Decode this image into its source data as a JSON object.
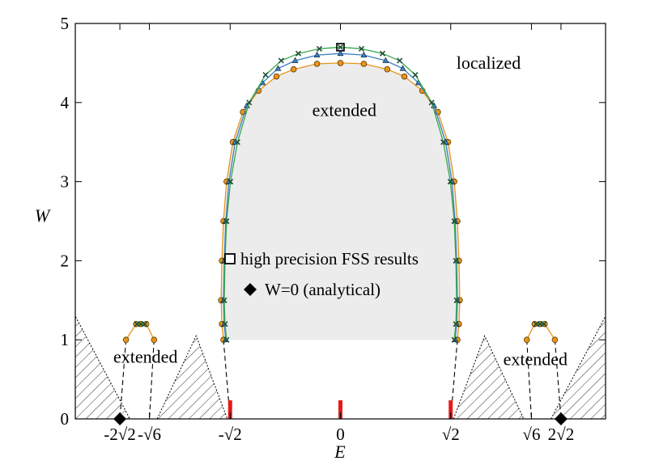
{
  "chart_data": {
    "type": "line",
    "xlabel": "E",
    "ylabel": "W",
    "xlim": [
      -3.4,
      3.4
    ],
    "ylim": [
      0,
      5
    ],
    "grid": false,
    "x_tick_labels": [
      {
        "value": -2.8284,
        "label": "-2√2"
      },
      {
        "value": -2.4495,
        "label": "-√6"
      },
      {
        "value": -1.4142,
        "label": "-√2"
      },
      {
        "value": 0,
        "label": "0"
      },
      {
        "value": 1.4142,
        "label": "√2"
      },
      {
        "value": 2.4495,
        "label": "√6"
      },
      {
        "value": 2.8284,
        "label": "2√2"
      }
    ],
    "y_ticks": [
      {
        "value": 0,
        "label": "0"
      },
      {
        "value": 1,
        "label": "1"
      },
      {
        "value": 2,
        "label": "2"
      },
      {
        "value": 3,
        "label": "3"
      },
      {
        "value": 4,
        "label": "4"
      },
      {
        "value": 5,
        "label": "5"
      }
    ],
    "region_labels": {
      "localized": {
        "text": "localized",
        "x": 1.9,
        "y": 4.5
      },
      "extended_center": {
        "text": "extended",
        "x": 0.05,
        "y": 3.9
      },
      "extended_left": {
        "text": "extended",
        "x": -2.5,
        "y": 0.78
      },
      "extended_right": {
        "text": "extended",
        "x": 2.5,
        "y": 0.75
      }
    },
    "legend": [
      {
        "label": "high precision FSS results",
        "marker": "open-square"
      },
      {
        "label": "W=0 (analytical)",
        "marker": "filled-diamond"
      }
    ],
    "series": [
      {
        "color": "#e8941a",
        "marker": "circle",
        "x": [
          -1.5,
          -1.52,
          -1.53,
          -1.52,
          -1.5,
          -1.46,
          -1.38,
          -1.25,
          -1.05,
          -0.82,
          -0.6,
          -0.3,
          0,
          0.3,
          0.6,
          0.82,
          1.05,
          1.25,
          1.38,
          1.46,
          1.5,
          1.52,
          1.53,
          1.52,
          1.5
        ],
        "y": [
          1.0,
          1.2,
          1.5,
          2.0,
          2.5,
          3.0,
          3.5,
          3.88,
          4.15,
          4.33,
          4.42,
          4.49,
          4.5,
          4.49,
          4.42,
          4.33,
          4.15,
          3.88,
          3.5,
          3.0,
          2.5,
          2.0,
          1.5,
          1.2,
          1.0
        ]
      },
      {
        "color": "#3a7fc0",
        "marker": "triangle",
        "x": [
          -1.47,
          -1.49,
          -1.5,
          -1.49,
          -1.47,
          -1.43,
          -1.35,
          -1.2,
          -1.0,
          -0.8,
          -0.58,
          -0.3,
          0,
          0.3,
          0.58,
          0.8,
          1.0,
          1.2,
          1.35,
          1.43,
          1.47,
          1.49,
          1.5,
          1.49,
          1.47
        ],
        "y": [
          1.0,
          1.2,
          1.5,
          2.0,
          2.5,
          3.0,
          3.5,
          3.96,
          4.25,
          4.43,
          4.53,
          4.6,
          4.62,
          4.6,
          4.53,
          4.43,
          4.25,
          3.96,
          3.5,
          3.0,
          2.5,
          2.0,
          1.5,
          1.2,
          1.0
        ]
      },
      {
        "color": "#3aa84a",
        "marker": "x",
        "x": [
          -1.46,
          -1.48,
          -1.49,
          -1.48,
          -1.46,
          -1.41,
          -1.32,
          -1.17,
          -0.96,
          -0.76,
          -0.54,
          -0.27,
          0,
          0.27,
          0.54,
          0.76,
          0.96,
          1.17,
          1.32,
          1.41,
          1.46,
          1.48,
          1.49,
          1.48,
          1.46
        ],
        "y": [
          1.0,
          1.2,
          1.5,
          2.0,
          2.5,
          3.0,
          3.5,
          4.0,
          4.35,
          4.53,
          4.62,
          4.68,
          4.7,
          4.68,
          4.62,
          4.53,
          4.35,
          4.0,
          3.5,
          3.0,
          2.5,
          2.0,
          1.5,
          1.2,
          1.0
        ]
      },
      {
        "color": "#e8941a",
        "marker": "circle",
        "x": [
          -2.75,
          -2.62,
          -2.56,
          -2.49,
          -2.39
        ],
        "y": [
          1.0,
          1.2,
          1.2,
          1.2,
          1.0
        ]
      },
      {
        "color": "#3aa84a",
        "marker": "x",
        "x": [
          -2.61,
          -2.56,
          -2.51
        ],
        "y": [
          1.2,
          1.2,
          1.2
        ]
      },
      {
        "color": "#e8941a",
        "marker": "circle",
        "x": [
          2.39,
          2.49,
          2.56,
          2.62,
          2.75
        ],
        "y": [
          1.0,
          1.2,
          1.2,
          1.2,
          1.0
        ]
      },
      {
        "color": "#3aa84a",
        "marker": "x",
        "x": [
          2.51,
          2.56,
          2.61
        ],
        "y": [
          1.2,
          1.2,
          1.2
        ]
      }
    ],
    "fss_points": [
      {
        "x": 0,
        "y": 4.7
      }
    ],
    "analytical_points": [
      {
        "x": -2.8284,
        "y": 0
      },
      {
        "x": 2.8284,
        "y": 0
      }
    ],
    "red_markers_x": [
      -1.4142,
      0,
      1.4142
    ],
    "shaded_region": {
      "color": "#ececec",
      "y_min": 1.0
    },
    "hatched_regions": [
      {
        "x": [
          -3.4,
          -3.4,
          -2.7,
          -2.75
        ],
        "y": [
          0,
          1.3,
          0,
          0
        ]
      },
      {
        "x": [
          -2.35,
          -1.85,
          -1.45
        ],
        "y": [
          0,
          1.05,
          0
        ]
      },
      {
        "x": [
          1.45,
          1.85,
          2.35
        ],
        "y": [
          0,
          1.05,
          0
        ]
      },
      {
        "x": [
          2.7,
          3.4,
          3.4
        ],
        "y": [
          0,
          1.3,
          0
        ]
      }
    ],
    "dashed_connectors": [
      {
        "x": [
          -2.75,
          -2.8284
        ],
        "y": [
          1.0,
          0
        ]
      },
      {
        "x": [
          -2.39,
          -2.4495
        ],
        "y": [
          1.0,
          0
        ]
      },
      {
        "x": [
          -1.5,
          -1.4142
        ],
        "y": [
          1.0,
          0
        ]
      },
      {
        "x": [
          1.5,
          1.4142
        ],
        "y": [
          1.0,
          0
        ]
      },
      {
        "x": [
          2.39,
          2.4495
        ],
        "y": [
          1.0,
          0
        ]
      },
      {
        "x": [
          2.75,
          2.8284
        ],
        "y": [
          1.0,
          0
        ]
      }
    ]
  }
}
